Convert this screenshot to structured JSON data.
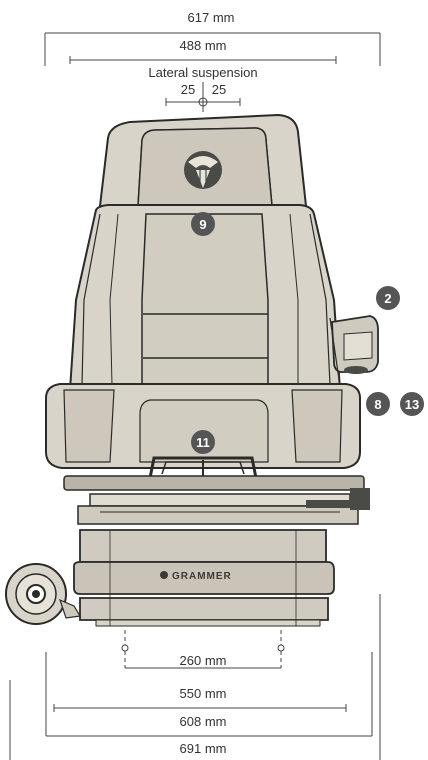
{
  "dimensions": {
    "top_overall": "617 mm",
    "backrest_width": "488 mm",
    "lateral_suspension_label": "Lateral suspension",
    "lateral_left": "25",
    "lateral_right": "25",
    "rail_spacing": "260 mm",
    "base_inner": "550 mm",
    "base_outer": "608 mm",
    "bottom_overall": "691 mm"
  },
  "callouts": {
    "backrest": "9",
    "armrest": "2",
    "side_a": "8",
    "side_b": "13",
    "seat": "11"
  },
  "brand": {
    "name": "GRAMMER"
  },
  "colors": {
    "cushion": "#d8d4c9",
    "cushion_dark": "#c9c4b7",
    "outline": "#2a2a28",
    "badge": "#555555",
    "bellows": "#cfcbc0",
    "metal": "#4a4a46"
  }
}
